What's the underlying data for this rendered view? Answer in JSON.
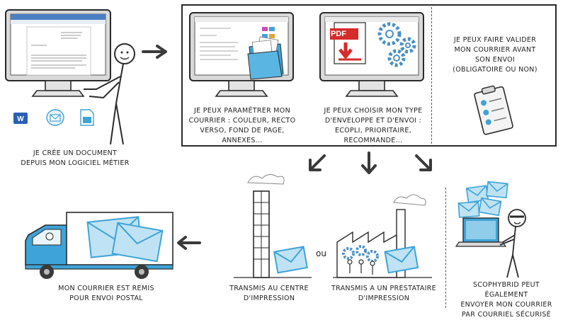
{
  "step_create": {
    "caption_l1": "Je crée un document",
    "caption_l2": "depuis mon logiciel métier"
  },
  "step_params": {
    "caption_l1": "Je peux paramétrer mon",
    "caption_l2": "courrier : couleur, recto",
    "caption_l3": "verso, fond de page,",
    "caption_l4": "annexes..."
  },
  "step_envelope": {
    "caption_l1": "Je peux choisir mon type",
    "caption_l2": "d'enveloppe et d'envoi :",
    "caption_l3": "Ecopli, prioritaire,",
    "caption_l4": "recommande...",
    "pdf_label": "PDF"
  },
  "step_validate": {
    "caption_l1": "Je peux faire valider",
    "caption_l2": "mon courrier avant",
    "caption_l3": "son envoi",
    "caption_l4": "(obligatoire ou non)"
  },
  "step_print_center": {
    "caption_l1": "Transmis au centre",
    "caption_l2": "d'impression"
  },
  "step_print_provider": {
    "caption_l1": "Transmis a un prestataire",
    "caption_l2": "d'impression"
  },
  "or_label": "ou",
  "step_postal": {
    "caption_l1": "Mon courrier est remis",
    "caption_l2": "pour envoi postal"
  },
  "step_email": {
    "caption_l1": "SCOPHYBRID peut également",
    "caption_l2": "envoyer mon courrier",
    "caption_l3": "par courriel sécurisé"
  },
  "colors": {
    "accent_blue": "#3ea3d8",
    "light_blue": "#bfe3f4",
    "pdf_red": "#d62b2b",
    "outline": "#2a2a2a",
    "gear_blue": "#4a90c8"
  },
  "icons": [
    "word-icon",
    "outlook-icon",
    "libreoffice-icon",
    "gear-icon",
    "clipboard-icon",
    "envelope-icon",
    "arrow-icon",
    "stick-figure-icon",
    "truck-icon",
    "factory-icon",
    "tower-icon"
  ]
}
